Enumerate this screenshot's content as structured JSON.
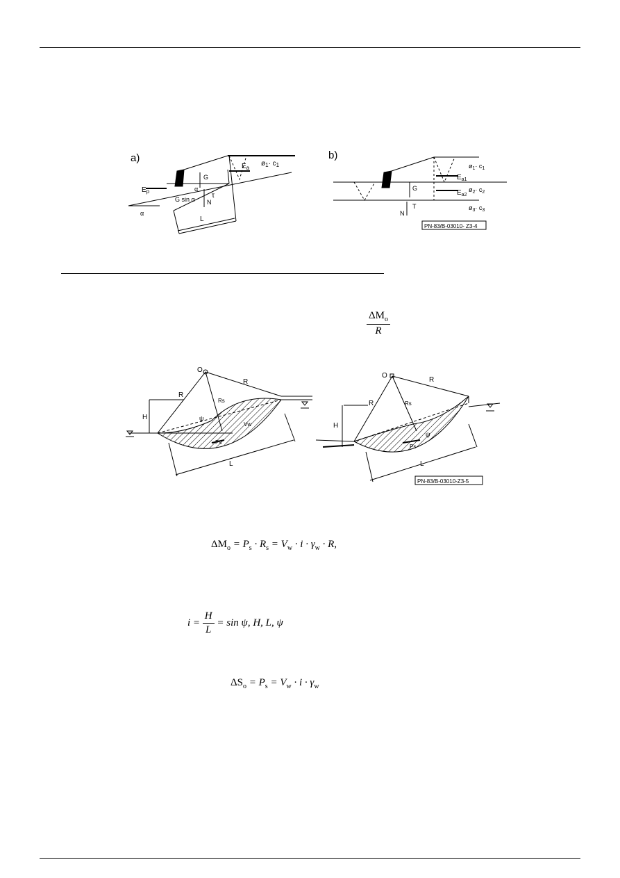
{
  "figure1": {
    "label_a": "a)",
    "label_b": "b)",
    "a_labels": {
      "ep": "E",
      "ep_sub": "p",
      "g": "G",
      "gsin": "G sin α",
      "alpha_small": "α",
      "alpha_ground": "α",
      "n": "N",
      "tau": "τ",
      "l": "L",
      "ea": "E",
      "ea_sub": "a",
      "phi": "ø",
      "phi_sub": "1",
      "comma_c": "· c",
      "c_sub": "1"
    },
    "b_labels": {
      "g": "G",
      "n": "N",
      "t": "T",
      "ea1": "E",
      "ea1_sub": "a1",
      "ea2": "E",
      "ea2_sub": "a2",
      "layer1": "ø",
      "layer1_sub": "1",
      "layer1_c": "· c",
      "layer1_csub": "1",
      "layer2": "ø",
      "layer2_sub": "2",
      "layer2_c": "· c",
      "layer2_csub": "2",
      "layer3": "ø",
      "layer3_sub": "3",
      "layer3_c": "· c",
      "layer3_csub": "3"
    },
    "code": "PN-83/B-03010- Z3-4"
  },
  "formula_fraction": {
    "num": "ΔM",
    "num_sub": "o",
    "den": "R"
  },
  "figure2": {
    "left": {
      "o": "O",
      "r1": "R",
      "r2": "R",
      "rs": "Rs",
      "h": "H",
      "l": "L",
      "ps": "Ps",
      "psi": "ψ",
      "vw": "Vw"
    },
    "right": {
      "o": "O",
      "r1": "R",
      "r2": "R",
      "rs": "Rs",
      "h": "H",
      "l": "L",
      "ps": "Ps",
      "psi": "ψ"
    },
    "code": "PN-83/B-03010-Z3-5"
  },
  "eq1": {
    "part1": "ΔM",
    "part1_sub": "o",
    "part2": " = P",
    "part2_sub": "s",
    "part3": " · R",
    "part3_sub": "s",
    "part4": " = V",
    "part4_sub": "w",
    "part5": " · i · γ",
    "part5_sub": "w",
    "part6": " · R,"
  },
  "eq2": {
    "lhs": "i =",
    "num": "H",
    "den": "L",
    "rhs": "= sin ψ, H, L, ψ"
  },
  "eq3": {
    "part1": "ΔS",
    "part1_sub": "o",
    "part2": " = P",
    "part2_sub": "s",
    "part3": " = V",
    "part3_sub": "w",
    "part4": " · i · γ",
    "part4_sub": "w"
  }
}
